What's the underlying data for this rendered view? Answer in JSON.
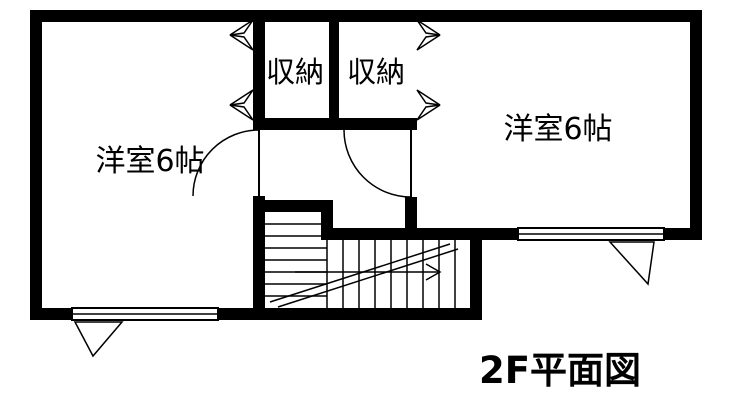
{
  "title": "2F平面図",
  "rooms": {
    "left_room_label": "洋室6帖",
    "right_room_label": "洋室6帖",
    "closet_left_label": "収納",
    "closet_right_label": "収納"
  },
  "colors": {
    "wall": "#000000",
    "background": "#ffffff",
    "line": "#000000"
  },
  "symbols": {
    "windows": [
      "bottom-left-window",
      "bottom-right-window"
    ],
    "door_swings": [
      "left-room-door",
      "hall-room-door"
    ],
    "casement_triangles": [
      "bottom-left-casement",
      "bottom-right-casement"
    ],
    "closet_bifold_doors": [
      "left-closet-bifold-upper",
      "left-closet-bifold-lower",
      "right-closet-bifold-upper",
      "right-closet-bifold-lower"
    ],
    "stairs": "staircase-with-direction-arrow"
  }
}
